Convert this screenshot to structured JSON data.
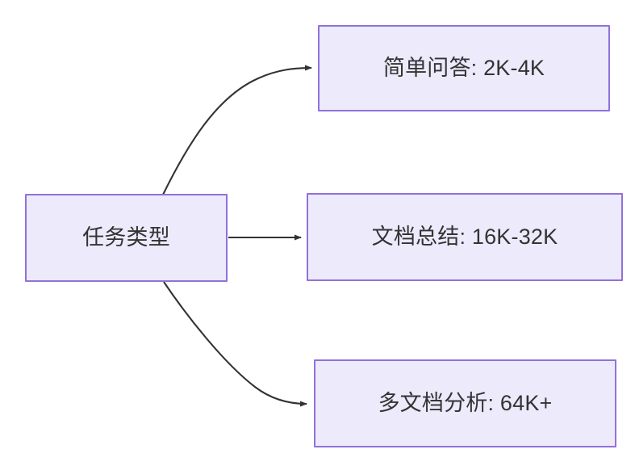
{
  "diagram": {
    "type": "flowchart",
    "direction": "left-to-right",
    "title": "任务类型",
    "background_color": "#ffffff",
    "node_fill_color": "#ECEAFB",
    "node_border_color": "#9370DB",
    "node_text_color": "#333333",
    "edge_color": "#333333"
  },
  "nodes": {
    "source": {
      "id": "task-type",
      "label": "任务类型"
    },
    "targets": [
      {
        "id": "simple-qa",
        "label": "简单问答: 2K-4K",
        "task": "简单问答",
        "range": "2K-4K"
      },
      {
        "id": "doc-summary",
        "label": "文档总结: 16K-32K",
        "task": "文档总结",
        "range": "16K-32K"
      },
      {
        "id": "multi-doc",
        "label": "多文档分析: 64K+",
        "task": "多文档分析",
        "range": "64K+"
      }
    ]
  },
  "edges": [
    {
      "id": "edge-to-simple-qa",
      "from": "任务类型",
      "to": "简单问答: 2K-4K",
      "style": "curved",
      "arrow": "arrowhead"
    },
    {
      "id": "edge-to-doc-summary",
      "from": "任务类型",
      "to": "文档总结: 16K-32K",
      "style": "straight",
      "arrow": "arrowhead"
    },
    {
      "id": "edge-to-multi-doc",
      "from": "任务类型",
      "to": "多文档分析: 64K+",
      "style": "curved",
      "arrow": "arrowhead"
    }
  ]
}
